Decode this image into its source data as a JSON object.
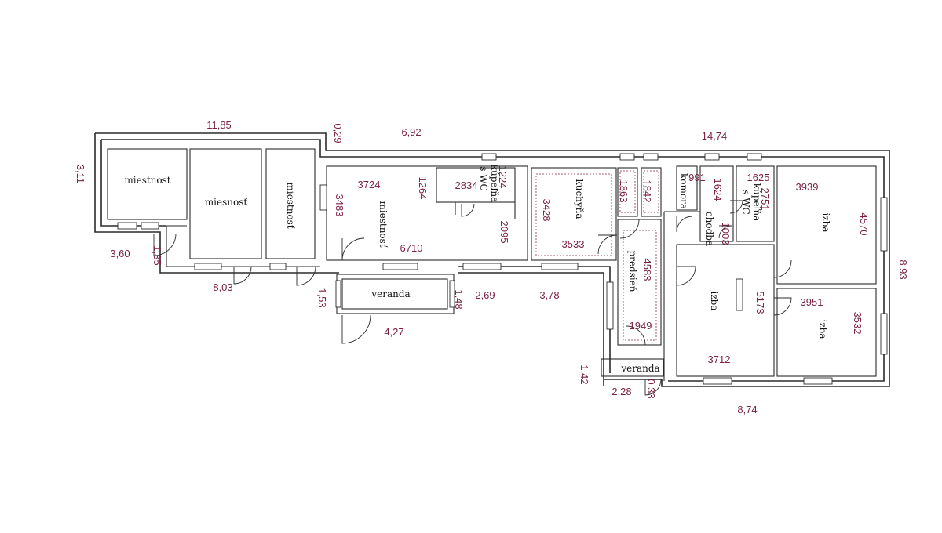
{
  "rooms": {
    "miestnost_1": "miestnosť",
    "miesnost_2": "miesnosť",
    "miestnost_3": "miestnosť",
    "miestnost_4": "miestnosť",
    "kupelna_1_a": "kúpeľňa",
    "kupelna_1_b": "s WC",
    "kuchyna": "kuchyňa",
    "predsien": "predsieň",
    "komora": "komora",
    "chodba": "chodba",
    "kupelna_2_a": "kúpeľňa",
    "kupelna_2_b": "s WC",
    "izba_1": "izba",
    "izba_2": "izba",
    "izba_3": "izba",
    "veranda_1": "veranda",
    "veranda_2": "veranda"
  },
  "outer_dims": {
    "top_left": "11,85",
    "top_step": "0,29",
    "top_mid": "6,92",
    "top_right": "14,74",
    "left": "3,11",
    "right": "8,93",
    "bottom_left_360": "3,60",
    "bottom_left_135": "1,35",
    "bottom_803": "8,03",
    "bottom_153": "1,53",
    "veranda_148": "1,48",
    "bottom_269": "2,69",
    "veranda_427": "4,27",
    "bottom_378": "3,78",
    "veranda2_142": "1,42",
    "veranda2_228": "2,28",
    "veranda2_033": "0,33",
    "bottom_874": "8,74"
  },
  "room_dims": {
    "d3724": "3724",
    "d3483": "3483",
    "d1264": "1264",
    "d6710": "6710",
    "d2095": "2095",
    "d2834": "2834",
    "d1224": "1224",
    "d3428": "3428",
    "d3533": "3533",
    "d1863": "1863",
    "d1842": "1842",
    "d4583": "4583",
    "d1949": "1949",
    "d991": "991",
    "d1624": "1624",
    "d1625": "1625",
    "d2751": "2751",
    "d1003": "1003",
    "d3939": "3939",
    "d4570": "4570",
    "d5173": "5173",
    "d3712": "3712",
    "d3951": "3951",
    "d3532": "3532"
  }
}
